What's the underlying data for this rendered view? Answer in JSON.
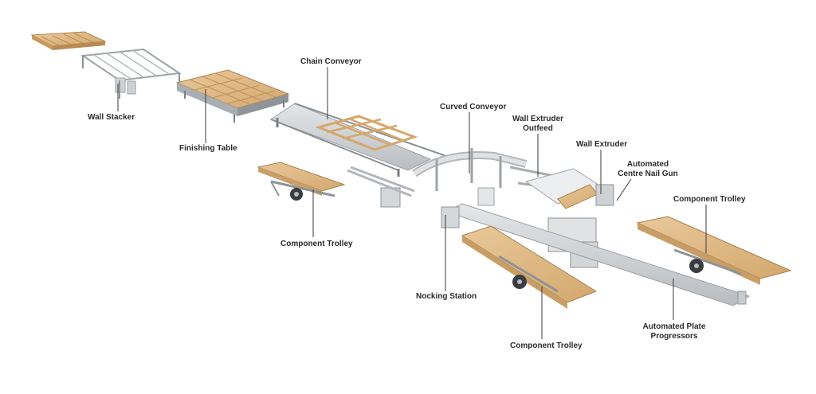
{
  "diagram": {
    "labels": {
      "wall_stacker": "Wall Stacker",
      "finishing_table": "Finishing Table",
      "chain_conveyor": "Chain Conveyor",
      "curved_conveyor": "Curved Conveyor",
      "wall_extruder_outfeed_1": "Wall Extruder",
      "wall_extruder_outfeed_2": "Outfeed",
      "wall_extruder": "Wall Extruder",
      "automated_nail_gun_1": "Automated",
      "automated_nail_gun_2": "Centre Nail Gun",
      "component_trolley_left": "Component Trolley",
      "component_trolley_right": "Component Trolley",
      "component_trolley_bottom": "Component Trolley",
      "nocking_station": "Nocking Station",
      "plate_progressors_1": "Automated Plate",
      "plate_progressors_2": "Progressors"
    }
  }
}
